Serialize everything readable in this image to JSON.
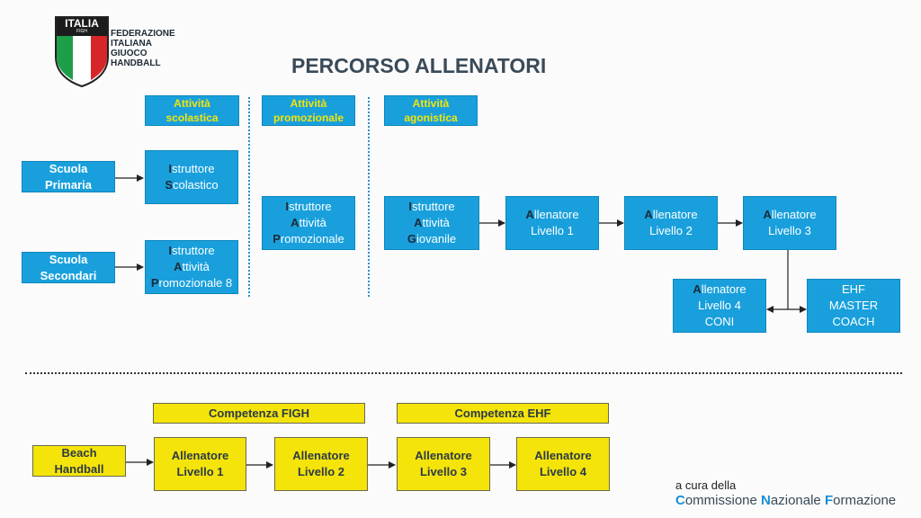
{
  "logo": {
    "badge_text": "ITALIA",
    "badge_sub": "FIGH",
    "org_lines": [
      "FEDERAZIONE",
      "ITALIANA",
      "GIUOCO",
      "HANDBALL"
    ]
  },
  "title": "PERCORSO ALLENATORI",
  "headers": {
    "scolastica": [
      "Attività",
      "scolastica"
    ],
    "promozionale": [
      "Attività",
      "promozionale"
    ],
    "agonistica": [
      "Attività",
      "agonistica"
    ]
  },
  "boxes": {
    "scuola_primaria": [
      "Scuola",
      "Primaria"
    ],
    "scuola_secondari": [
      "Scuola",
      "Secondari"
    ],
    "istruttore_scolastico": [
      {
        "first": "I",
        "rest": "struttore"
      },
      {
        "first": "S",
        "rest": "colastico"
      }
    ],
    "istruttore_promozionale_8": [
      {
        "first": "I",
        "rest": "struttore"
      },
      {
        "first": "A",
        "rest": "ttività"
      },
      {
        "first": "P",
        "rest": "romozionale 8"
      }
    ],
    "istruttore_promozionale": [
      {
        "first": "I",
        "rest": "struttore"
      },
      {
        "first": "A",
        "rest": "ttività"
      },
      {
        "first": "P",
        "rest": "romozionale"
      }
    ],
    "istruttore_giovanile": [
      {
        "first": "I",
        "rest": "struttore"
      },
      {
        "first": "A",
        "rest": "ttività"
      },
      {
        "first": "G",
        "rest": "iovanile"
      }
    ],
    "allenatore_l1": [
      {
        "first": "A",
        "rest": "llenatore"
      },
      {
        "first": "",
        "rest": "Livello 1"
      }
    ],
    "allenatore_l2": [
      {
        "first": "A",
        "rest": "llenatore"
      },
      {
        "first": "",
        "rest": "Livello 2"
      }
    ],
    "allenatore_l3": [
      {
        "first": "A",
        "rest": "llenatore"
      },
      {
        "first": "",
        "rest": "Livello 3"
      }
    ],
    "allenatore_l4_coni": [
      {
        "first": "A",
        "rest": "llenatore"
      },
      {
        "first": "",
        "rest": "Livello 4"
      },
      {
        "first": "",
        "rest": "CONI"
      }
    ],
    "ehf_master": [
      "EHF",
      "MASTER",
      "COACH"
    ]
  },
  "beach": {
    "competenza_figh": "Competenza FIGH",
    "competenza_ehf": "Competenza EHF",
    "beach_handball": [
      "Beach",
      "Handball"
    ],
    "l1": [
      "Allenatore",
      "Livello 1"
    ],
    "l2": [
      "Allenatore",
      "Livello 2"
    ],
    "l3": [
      "Allenatore",
      "Livello 3"
    ],
    "l4": [
      "Allenatore",
      "Livello 4"
    ]
  },
  "footer": {
    "credit_small": "a cura della",
    "credit_words": [
      {
        "first": "C",
        "rest": "ommissione "
      },
      {
        "first": "N",
        "rest": "azionale "
      },
      {
        "first": "F",
        "rest": "ormazione"
      }
    ]
  },
  "colors": {
    "blue_box": "#19a0dc",
    "yellow_box": "#f4e40a",
    "title": "#3a4a58",
    "credit_first_letter": "#1a8fd6"
  }
}
